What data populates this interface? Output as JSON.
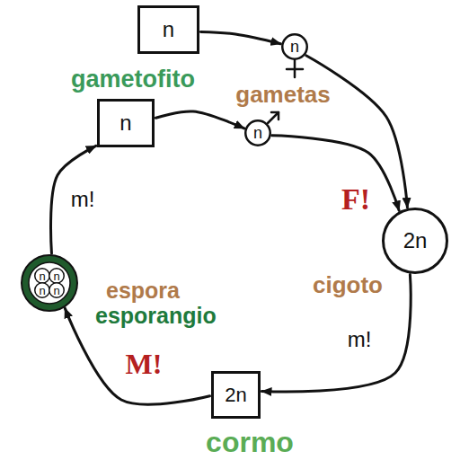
{
  "diagram": {
    "nodes": [
      {
        "text": [
          "n"
        ]
      },
      {
        "text": [
          "n"
        ]
      },
      {
        "text": [
          "n"
        ]
      },
      {
        "text": [
          "n"
        ]
      },
      {
        "text": [
          "2n"
        ]
      },
      {
        "text": [
          "2n"
        ]
      },
      {
        "text": [
          "espora",
          "esporangio"
        ]
      },
      {
        "text": [
          "n"
        ],
        "in": 6
      },
      {
        "text": [
          "n"
        ],
        "in": 6
      },
      {
        "text": [
          "n"
        ],
        "in": 6
      },
      {
        "text": [
          "n"
        ],
        "in": 6
      }
    ],
    "edges": [
      {
        "from": 0,
        "to": 2,
        "arrow": "to"
      },
      {
        "from": 1,
        "to": 3,
        "arrow": "to"
      },
      {
        "from": 2,
        "to": 4,
        "arrow": "to"
      },
      {
        "from": 3,
        "to": 4,
        "arrow": "to"
      },
      {
        "from": 4,
        "to": 5,
        "arrow": "to"
      },
      {
        "from": 5,
        "to": 6,
        "arrow": "to"
      },
      {
        "from": 6,
        "to": 1,
        "arrow": "to"
      }
    ],
    "labels": [
      "gametofito",
      "gametas",
      "F!",
      "cigoto",
      "m!",
      "cormo",
      "M!",
      "m!"
    ]
  }
}
